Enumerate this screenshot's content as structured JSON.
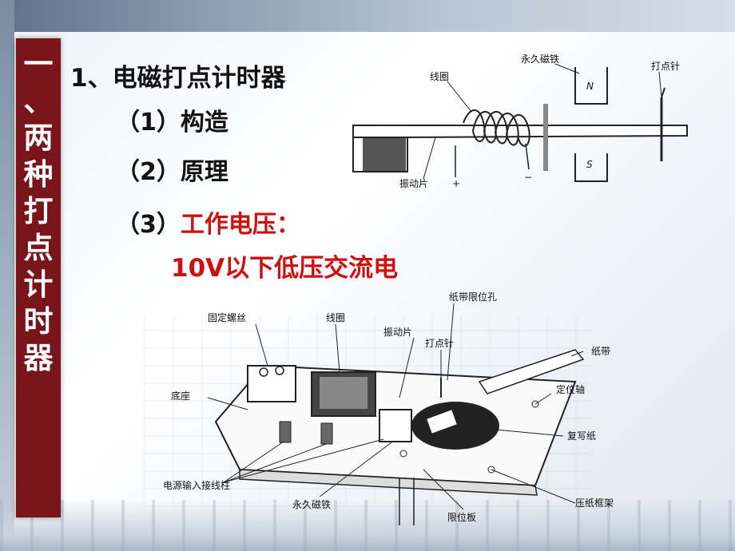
{
  "sidebar": {
    "title_chars": [
      "一",
      "、",
      "两",
      "种",
      "打",
      "点",
      "计",
      "时",
      "器"
    ]
  },
  "content": {
    "heading": "1、电磁打点计时器",
    "items": [
      {
        "num": "（1）",
        "text": "构造"
      },
      {
        "num": "（2）",
        "text": "原理"
      },
      {
        "num": "（3）",
        "text": "工作电压："
      }
    ],
    "voltage": "10V以下低压交流电"
  },
  "diagram_top": {
    "labels": {
      "magnet": "永久磁铁",
      "needle": "打点针",
      "coil": "线圈",
      "vibrator": "振动片",
      "north": "N",
      "south": "S",
      "plus": "+",
      "minus": "−"
    }
  },
  "diagram_bottom": {
    "labels": {
      "screw": "固定螺丝",
      "coil": "线圈",
      "vibrator": "振动片",
      "tape_hole": "纸带限位孔",
      "needle": "打点针",
      "tape": "纸带",
      "axis": "定位轴",
      "base": "底座",
      "carbon": "复写纸",
      "terminal": "电源输入接线柱",
      "magnet": "永久磁铁",
      "limit": "限位板",
      "frame": "压纸框架"
    }
  },
  "colors": {
    "sidebar_bg": "#7a141b",
    "accent_red": "#d01010"
  }
}
